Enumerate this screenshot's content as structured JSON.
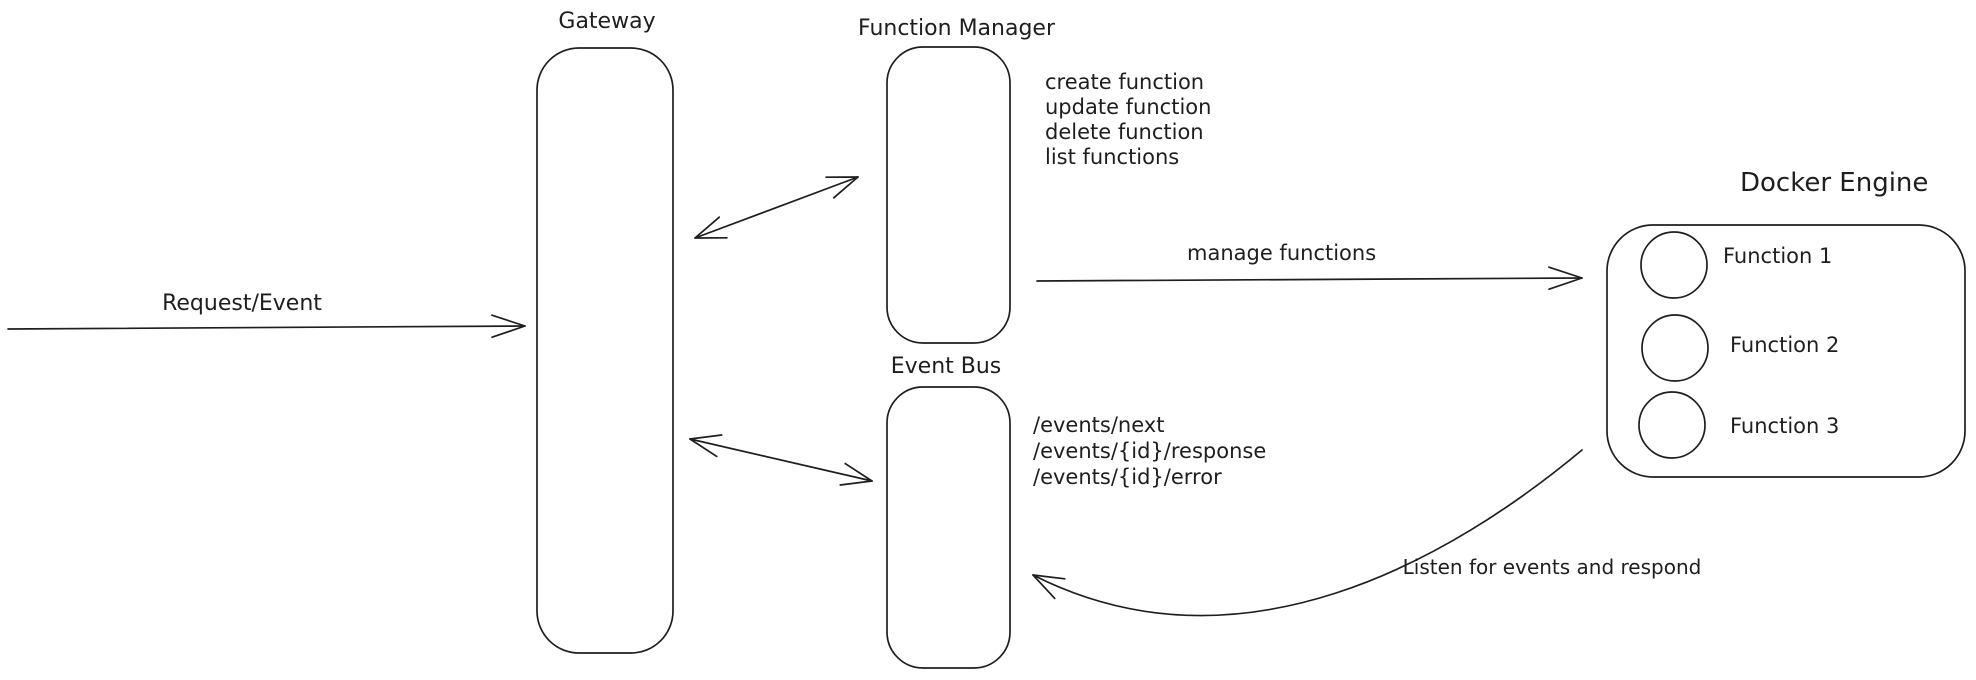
{
  "diagram": {
    "background_color": "#ffffff",
    "stroke_color": "#1e1e1e",
    "nodes": {
      "gateway": {
        "label": "Gateway"
      },
      "function_manager": {
        "label": "Function Manager",
        "operations": [
          "create function",
          "update function",
          "delete function",
          "list functions"
        ]
      },
      "event_bus": {
        "label": "Event Bus",
        "endpoints": [
          "/events/next",
          "/events/{id}/response",
          "/events/{id}/error"
        ]
      },
      "docker_engine": {
        "label": "Docker Engine",
        "functions": [
          "Function 1",
          "Function 2",
          "Function 3"
        ]
      }
    },
    "edges": {
      "request_event": {
        "label": "Request/Event"
      },
      "manage_functions": {
        "label": "manage functions"
      },
      "listen_for_events": {
        "label": "Listen for events and respond"
      }
    }
  }
}
